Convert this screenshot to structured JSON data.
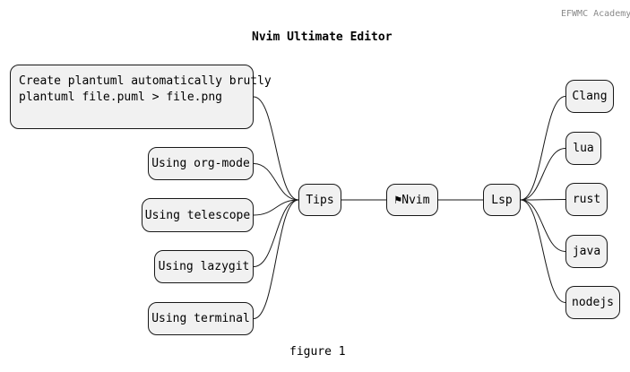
{
  "header": "EFWMC Academy",
  "title": "Nvim Ultimate Editor",
  "caption": "figure 1",
  "colors": {
    "node_fill": "#f1f1f1",
    "node_border": "#181818",
    "line": "#181818",
    "header_text": "#8a8a8a"
  },
  "root": {
    "icon": "flag-icon",
    "label": "⚑Nvim"
  },
  "left_branch": {
    "label": "Tips",
    "children": [
      {
        "lines": [
          "Create plantuml automatically brutly",
          "plantuml file.puml > file.png"
        ]
      },
      {
        "lines": [
          "Using org-mode"
        ]
      },
      {
        "lines": [
          "Using telescope"
        ]
      },
      {
        "lines": [
          "Using lazygit"
        ]
      },
      {
        "lines": [
          "Using terminal"
        ]
      }
    ]
  },
  "right_branch": {
    "label": "Lsp",
    "children": [
      {
        "lines": [
          "Clang"
        ]
      },
      {
        "lines": [
          "lua"
        ]
      },
      {
        "lines": [
          "rust"
        ]
      },
      {
        "lines": [
          "java"
        ]
      },
      {
        "lines": [
          "nodejs"
        ]
      }
    ]
  }
}
